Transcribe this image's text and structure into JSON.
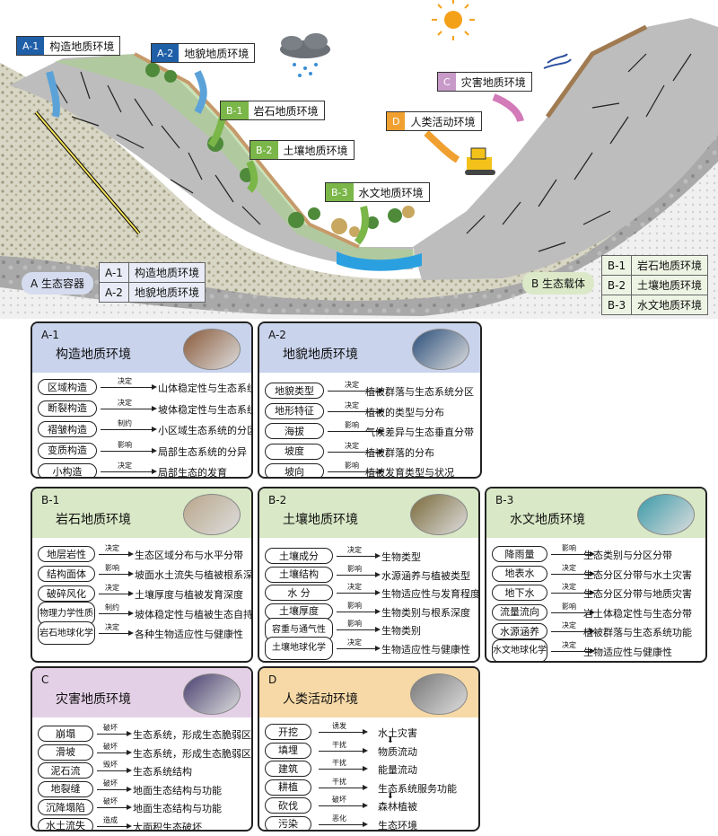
{
  "scene": {
    "tags": [
      {
        "code": "A-1",
        "label": "构造地质环境",
        "color": "#1f5fa8"
      },
      {
        "code": "A-2",
        "label": "地貌地质环境",
        "color": "#1f5fa8"
      },
      {
        "code": "B-1",
        "label": "岩石地质环境",
        "color": "#7ab648"
      },
      {
        "code": "B-2",
        "label": "土壤地质环境",
        "color": "#7ab648"
      },
      {
        "code": "B-3",
        "label": "水文地质环境",
        "color": "#7ab648"
      },
      {
        "code": "C",
        "label": "灾害地质环境",
        "color": "#c89ac8"
      },
      {
        "code": "D",
        "label": "人类活动环境",
        "color": "#f0a030"
      }
    ],
    "container_label": "A 生态容器",
    "carrier_label": "B 生态载体",
    "legend_a": [
      {
        "code": "A-1",
        "label": "构造地质环境"
      },
      {
        "code": "A-2",
        "label": "地貌地质环境"
      }
    ],
    "legend_b": [
      {
        "code": "B-1",
        "label": "岩石地质环境"
      },
      {
        "code": "B-2",
        "label": "土壤地质环境"
      },
      {
        "code": "B-3",
        "label": "水文地质环境"
      }
    ]
  },
  "panels": {
    "a1": {
      "code": "A-1",
      "title": "构造地质环境",
      "color": "#c9d3ec",
      "items": [
        {
          "factor": "区域构造",
          "verb": "决定",
          "result": "山体稳定性与生态系统分区"
        },
        {
          "factor": "断裂构造",
          "verb": "决定",
          "result": "坡体稳定性与生态系统分带"
        },
        {
          "factor": "褶皱构造",
          "verb": "制约",
          "result": "小区域生态系统的分区"
        },
        {
          "factor": "变质构造",
          "verb": "影响",
          "result": "局部生态系统的分异"
        },
        {
          "factor": "小构造",
          "verb": "决定",
          "result": "局部生态的发育"
        }
      ]
    },
    "a2": {
      "code": "A-2",
      "title": "地貌地质环境",
      "color": "#c9d3ec",
      "items": [
        {
          "factor": "地貌类型",
          "verb": "决定",
          "result": "植被群落与生态系统分区"
        },
        {
          "factor": "地形特征",
          "verb": "决定",
          "result": "植被的类型与分布"
        },
        {
          "factor": "海拔",
          "verb": "影响",
          "result": "气候差异与生态垂直分带"
        },
        {
          "factor": "坡度",
          "verb": "决定",
          "result": "植被群落的分布"
        },
        {
          "factor": "坡向",
          "verb": "影响",
          "result": "植被发育类型与状况"
        }
      ]
    },
    "b1": {
      "code": "B-1",
      "title": "岩石地质环境",
      "color": "#d9e8c6",
      "items": [
        {
          "factor": "地层岩性",
          "verb": "决定",
          "result": "生态区域分布与水平分带"
        },
        {
          "factor": "结构面体",
          "verb": "影响",
          "result": "坡面水土流失与植被根系深度"
        },
        {
          "factor": "破碎风化",
          "verb": "决定",
          "result": "土壤厚度与植被发育深度"
        },
        {
          "factor": "物理力学性质",
          "verb": "制约",
          "result": "坡体稳定性与植被生态自持性"
        },
        {
          "factor": "岩石地球化学",
          "verb": "决定",
          "result": "各种生物适应性与健康性"
        }
      ]
    },
    "b2": {
      "code": "B-2",
      "title": "土壤地质环境",
      "color": "#d9e8c6",
      "items": [
        {
          "factor": "土壤成分",
          "verb": "决定",
          "result": "生物类型"
        },
        {
          "factor": "土壤结构",
          "verb": "影响",
          "result": "水源涵养与植被类型"
        },
        {
          "factor": "水 分",
          "verb": "决定",
          "result": "生物适应性与发育程度"
        },
        {
          "factor": "土壤厚度",
          "verb": "影响",
          "result": "生物类别与根系深度"
        },
        {
          "factor": "容重与通气性",
          "verb": "影响",
          "result": "生物类别"
        },
        {
          "factor": "土壤地球化学",
          "verb": "决定",
          "result": "生物适应性与健康性"
        }
      ]
    },
    "b3": {
      "code": "B-3",
      "title": "水文地质环境",
      "color": "#d9e8c6",
      "items": [
        {
          "factor": "降雨量",
          "verb": "影响",
          "result": "生态类别与分区分带"
        },
        {
          "factor": "地表水",
          "verb": "决定",
          "result": "生态分区分带与水土灾害"
        },
        {
          "factor": "地下水",
          "verb": "决定",
          "result": "生态分区分带与地质灾害"
        },
        {
          "factor": "流量流向",
          "verb": "影响",
          "result": "岩土体稳定性与生态分带"
        },
        {
          "factor": "水源涵养",
          "verb": "决定",
          "result": "植被群落与生态系统功能"
        },
        {
          "factor": "水文地球化学",
          "verb": "决定",
          "result": "生物适应性与健康性"
        }
      ]
    },
    "c": {
      "code": "C",
      "title": "灾害地质环境",
      "color": "#e4d0e6",
      "items": [
        {
          "factor": "崩塌",
          "verb": "破坏",
          "result": "生态系统，形成生态脆弱区"
        },
        {
          "factor": "滑坡",
          "verb": "破坏",
          "result": "生态系统，形成生态脆弱区"
        },
        {
          "factor": "泥石流",
          "verb": "毁坏",
          "result": "生态系统结构"
        },
        {
          "factor": "地裂缝",
          "verb": "破坏",
          "result": "地面生态结构与功能"
        },
        {
          "factor": "沉降塌陷",
          "verb": "破坏",
          "result": "地面生态结构与功能"
        },
        {
          "factor": "水土流失",
          "verb": "造成",
          "result": "大面积生态破坏"
        }
      ]
    },
    "d": {
      "code": "D",
      "title": "人类活动环境",
      "color": "#f6d9a6",
      "items": [
        {
          "factor": "开挖",
          "verb": "诱发",
          "result": "水土灾害"
        },
        {
          "factor": "填埋",
          "verb": "干扰",
          "result": "物质流动"
        },
        {
          "factor": "建筑",
          "verb": "干扰",
          "result": "能量流动"
        },
        {
          "factor": "耕植",
          "verb": "干扰",
          "result": "生态系统服务功能"
        },
        {
          "factor": "砍伐",
          "verb": "破坏",
          "result": "森林植被"
        },
        {
          "factor": "污染",
          "verb": "恶化",
          "result": "生态环境"
        }
      ]
    }
  }
}
